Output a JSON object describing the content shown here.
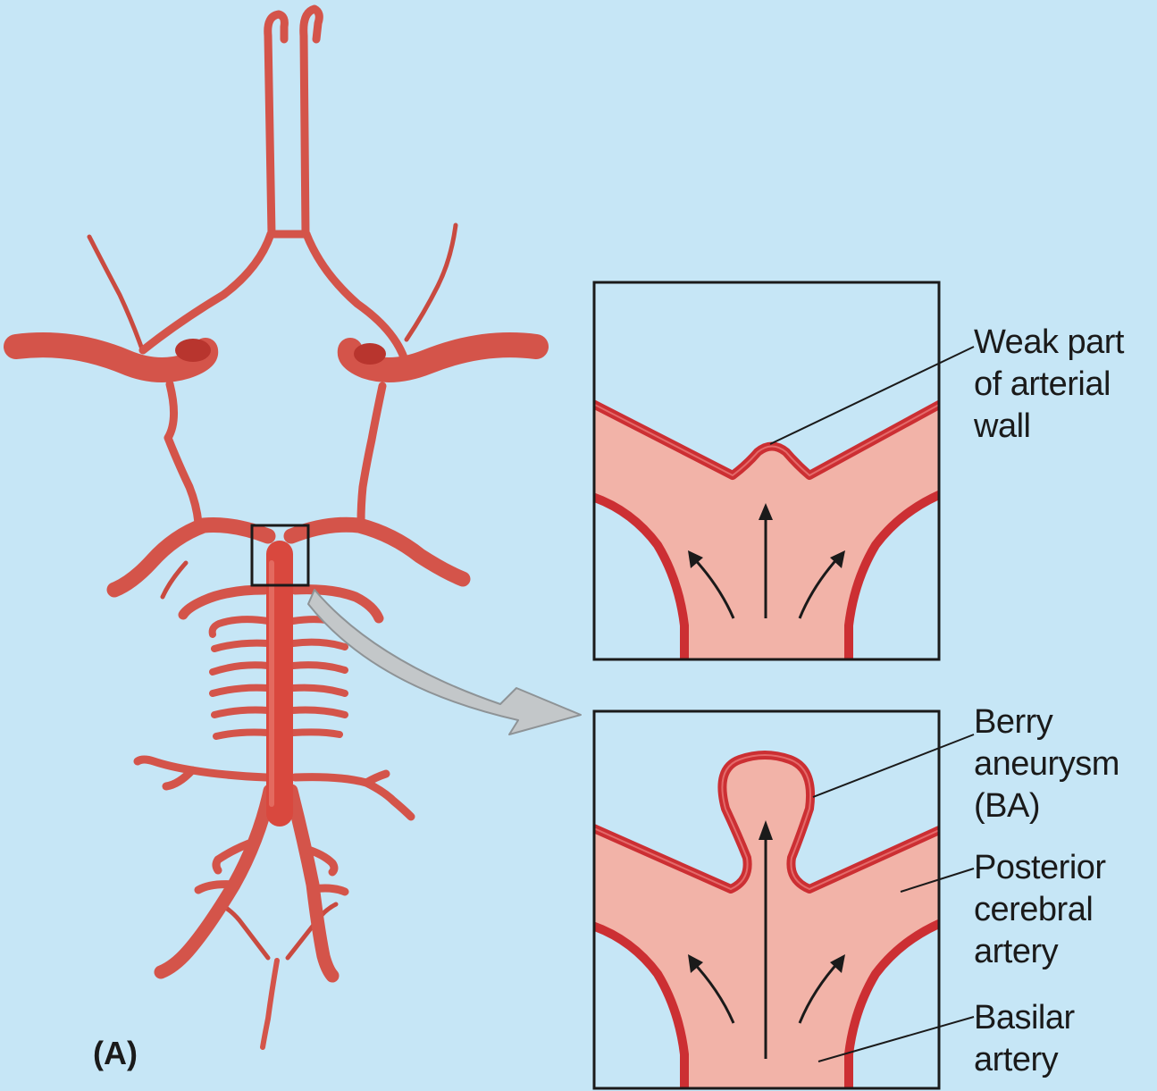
{
  "figure": {
    "panel_label": "(A)",
    "background": "#c6e6f6",
    "artery_color": "#d4544a",
    "artery_dark": "#b8352e",
    "lumen_color": "#f2b3a8",
    "wall_color": "#cc2f33"
  },
  "inset_top": {
    "label_lines": [
      "Weak part",
      "of arterial",
      "wall"
    ]
  },
  "inset_bottom": {
    "aneurysm_lines": [
      "Berry",
      "aneurysm",
      "(BA)"
    ],
    "pca_lines": [
      "Posterior",
      "cerebral",
      "artery"
    ],
    "basilar_lines": [
      "Basilar",
      "artery"
    ]
  }
}
